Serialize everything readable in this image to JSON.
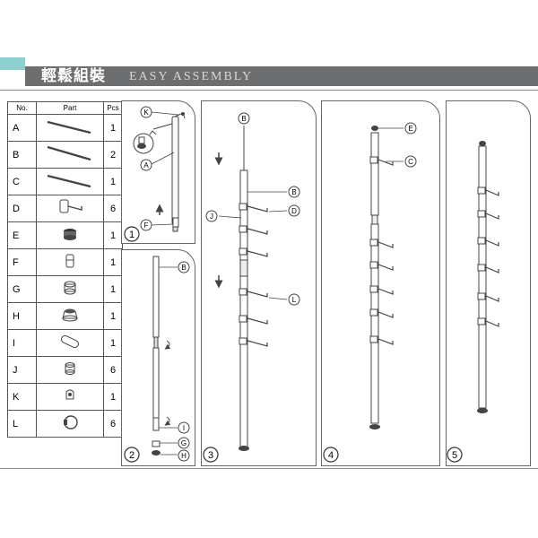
{
  "header": {
    "title_zh": "輕鬆組裝",
    "title_en": "EASY ASSEMBLY",
    "accent_color": "#8ed0cf",
    "banner_color": "#6d6e70"
  },
  "parts_table": {
    "headers": [
      "No.",
      "Part",
      "Pcs"
    ],
    "rows": [
      {
        "no": "A",
        "pcs": "1",
        "icon": "long-pole-icon"
      },
      {
        "no": "B",
        "pcs": "2",
        "icon": "long-pole-icon"
      },
      {
        "no": "C",
        "pcs": "1",
        "icon": "long-pole-icon"
      },
      {
        "no": "D",
        "pcs": "6",
        "icon": "hook-arm-icon"
      },
      {
        "no": "E",
        "pcs": "1",
        "icon": "end-cap-icon"
      },
      {
        "no": "F",
        "pcs": "1",
        "icon": "connector-icon"
      },
      {
        "no": "G",
        "pcs": "1",
        "icon": "nut-icon"
      },
      {
        "no": "H",
        "pcs": "1",
        "icon": "foot-pad-icon"
      },
      {
        "no": "I",
        "pcs": "1",
        "icon": "sleeve-icon"
      },
      {
        "no": "J",
        "pcs": "6",
        "icon": "collar-icon"
      },
      {
        "no": "K",
        "pcs": "1",
        "icon": "clip-icon"
      },
      {
        "no": "L",
        "pcs": "6",
        "icon": "knob-icon"
      }
    ]
  },
  "steps": [
    {
      "number": "1",
      "callouts": [
        "K",
        "A",
        "F"
      ]
    },
    {
      "number": "2",
      "callouts": [
        "B",
        "I",
        "G",
        "H"
      ]
    },
    {
      "number": "3",
      "callouts": [
        "B",
        "B",
        "D",
        "J",
        "L"
      ]
    },
    {
      "number": "4",
      "callouts": [
        "E",
        "C"
      ]
    },
    {
      "number": "5",
      "callouts": []
    }
  ]
}
